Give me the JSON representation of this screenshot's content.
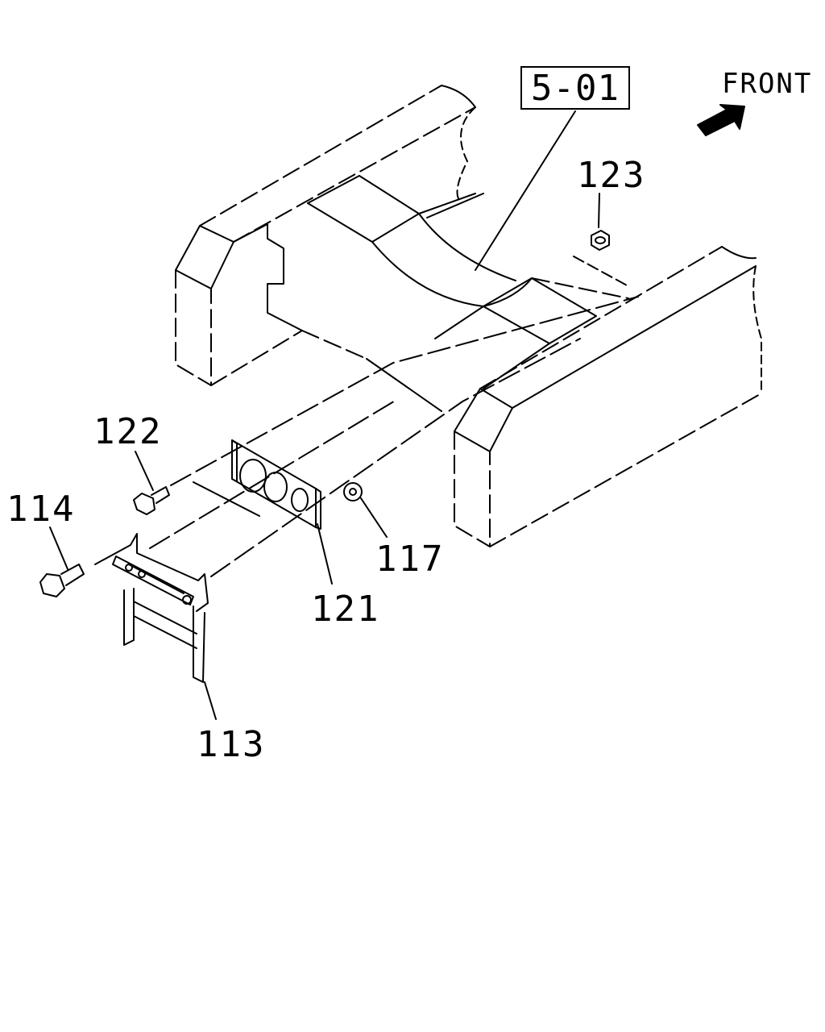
{
  "diagram": {
    "reference_box": "5-01",
    "direction_label": "FRONT",
    "icons": {
      "direction": "arrow-right-up-icon"
    },
    "callouts": [
      {
        "id": "123",
        "label": "123"
      },
      {
        "id": "122",
        "label": "122"
      },
      {
        "id": "114",
        "label": "114"
      },
      {
        "id": "117",
        "label": "117"
      },
      {
        "id": "121",
        "label": "121"
      },
      {
        "id": "113",
        "label": "113"
      }
    ]
  }
}
